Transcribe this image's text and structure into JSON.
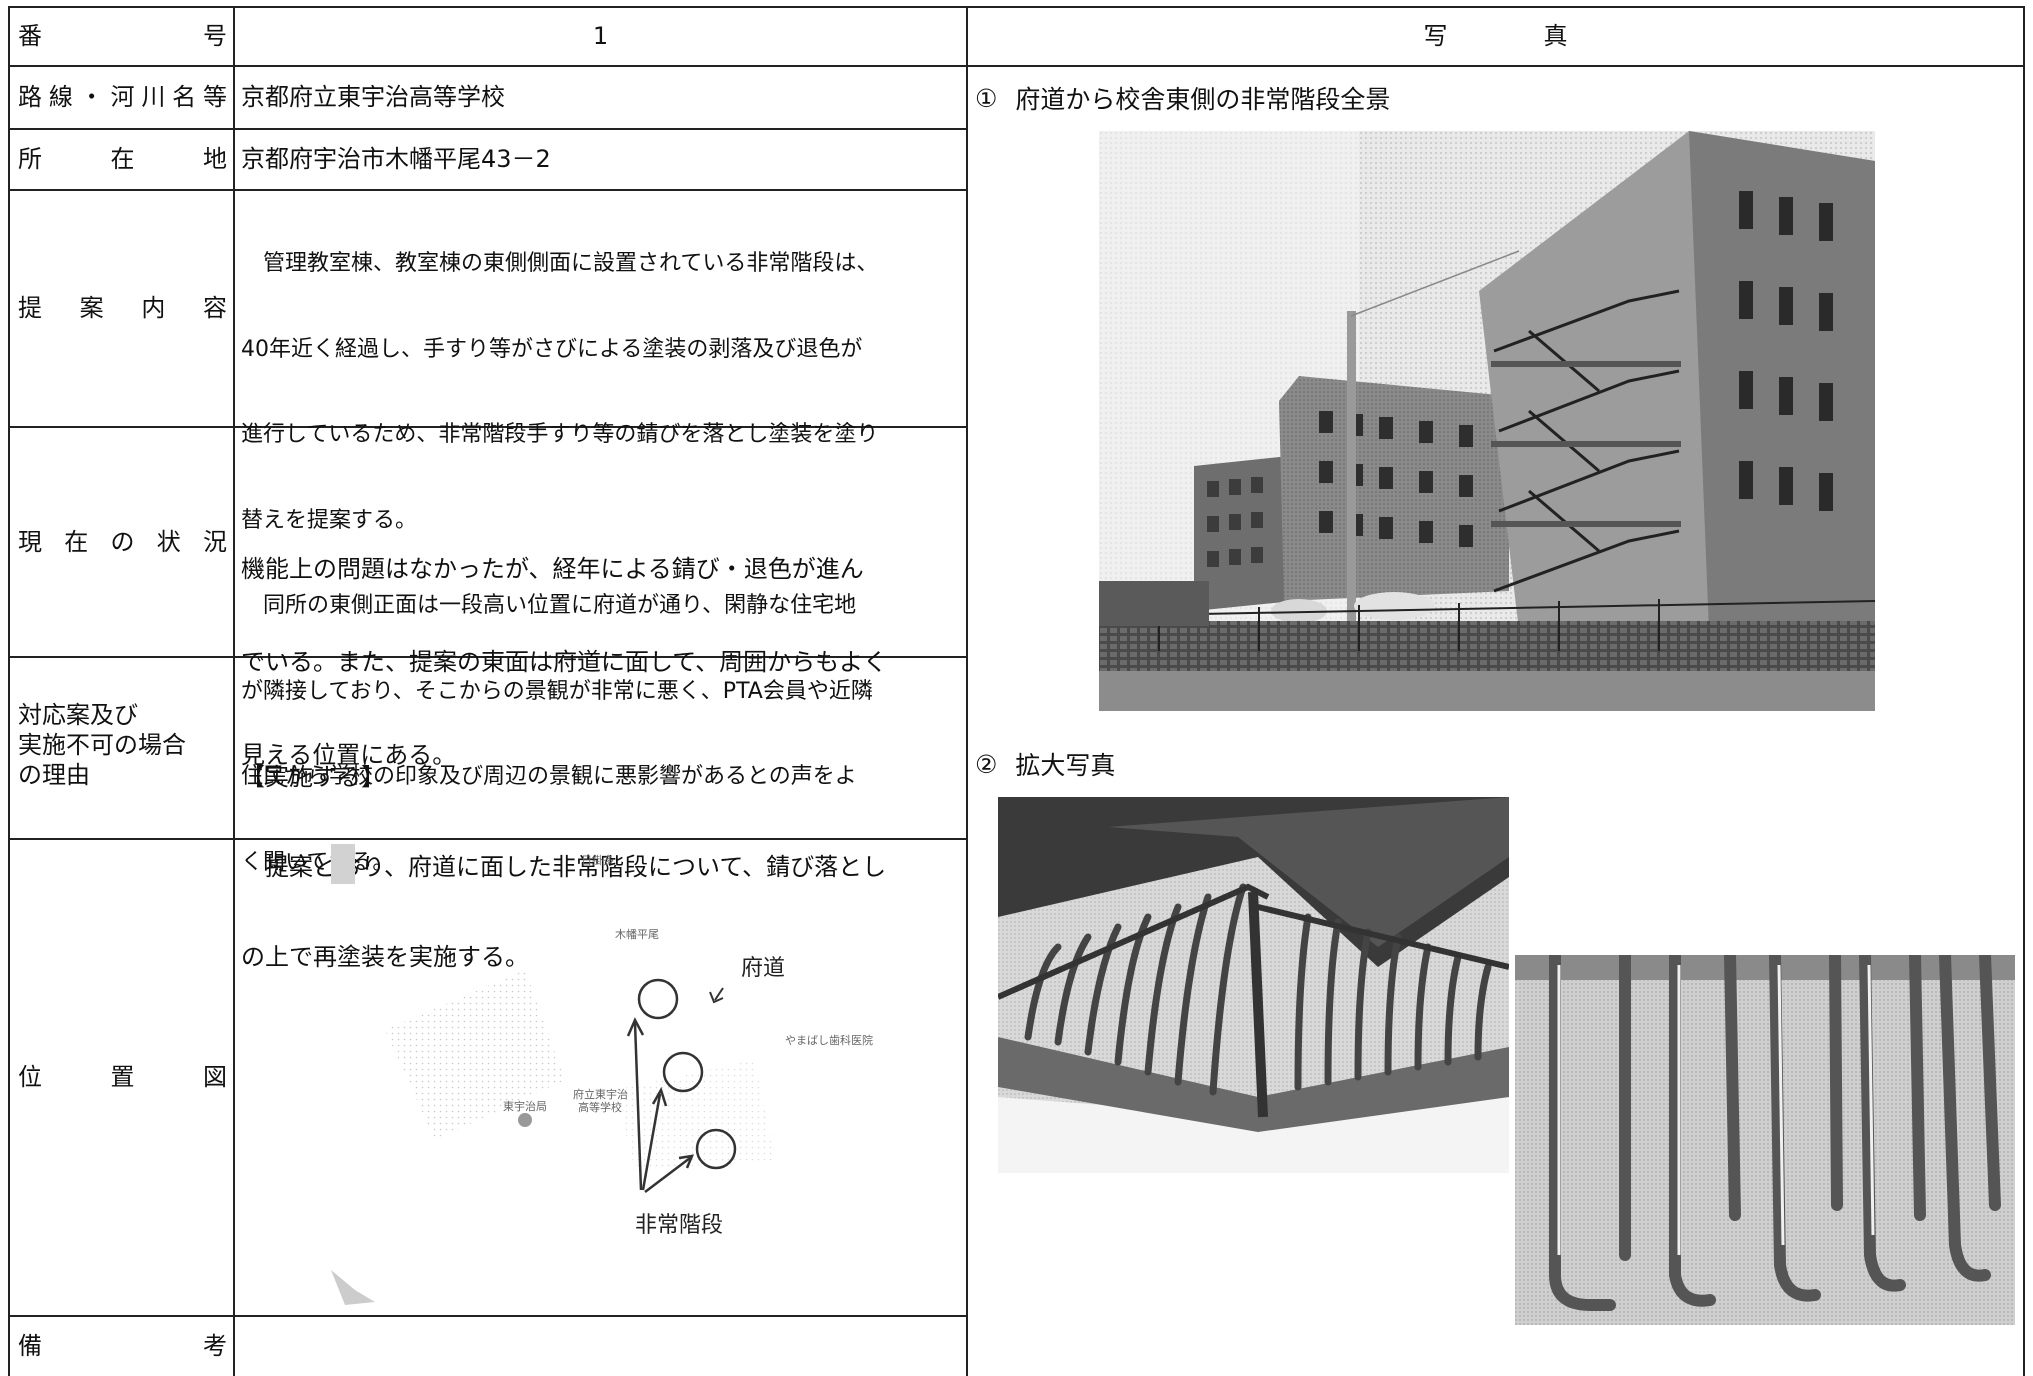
{
  "table": {
    "rows": {
      "number": {
        "label_chars": [
          "番",
          "号"
        ],
        "value": "1"
      },
      "route": {
        "label_chars": [
          "路",
          "線",
          "・",
          "河",
          "川",
          "名",
          "等"
        ],
        "value": "京都府立東宇治高等学校"
      },
      "location": {
        "label_chars": [
          "所",
          "在",
          "地"
        ],
        "value": "京都府宇治市木幡平尾43－2"
      },
      "proposal": {
        "label_chars": [
          "提",
          "案",
          "内",
          "容"
        ],
        "lines": [
          "　管理教室棟、教室棟の東側側面に設置されている非常階段は、",
          "40年近く経過し、手すり等がさびによる塗装の剥落及び退色が",
          "進行しているため、非常階段手すり等の錆びを落とし塗装を塗り",
          "替えを提案する。",
          "　同所の東側正面は一段高い位置に府道が通り、閑静な住宅地",
          "が隣接しており、そこからの景観が非常に悪く、PTA会員や近隣",
          "住民から学校の印象及び周辺の景観に悪影響があるとの声をよ",
          "く聞いている。"
        ]
      },
      "status": {
        "label_chars": [
          "現",
          "在",
          "の",
          "状",
          "況"
        ],
        "lines": [
          "機能上の問題はなかったが、経年による錆び・退色が進ん",
          "でいる。また、提案の東面は府道に面して、周囲からもよく",
          "見える位置にある。"
        ]
      },
      "response": {
        "label_lines": [
          "対応案及び",
          "実施不可の場合",
          "の理由"
        ],
        "lines": [
          "【実施する】",
          "　提案どおり、府道に面した非常階段について、錆び落とし",
          "の上で再塗装を実施する。"
        ]
      },
      "map_row": {
        "label_chars": [
          "位",
          "置",
          "図"
        ]
      },
      "remarks": {
        "label_chars": [
          "備",
          "考"
        ],
        "value": ""
      }
    }
  },
  "photos": {
    "header_chars": [
      "写",
      "真"
    ],
    "photo1": {
      "number": "①",
      "caption": "府道から校舎東側の非常階段全景"
    },
    "photo2": {
      "number": "②",
      "caption": "拡大写真"
    }
  },
  "map": {
    "labels": [
      "日掛多",
      "木幡平尾",
      "府立東宇治",
      "高等学校",
      "東宇治局",
      "やまばし歯科医院"
    ],
    "annotations": {
      "road": "府道",
      "stairs": "非常階段"
    }
  }
}
